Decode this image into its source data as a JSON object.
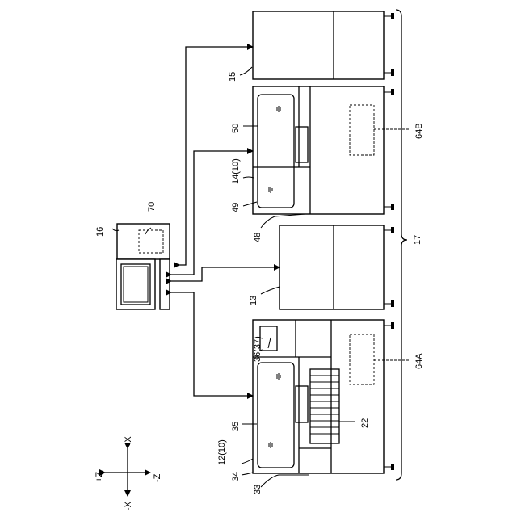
{
  "labels": {
    "unit15": "15",
    "unit14": "14(10)",
    "unit50": "50",
    "unit49": "49",
    "unit48": "48",
    "region64B": "64B",
    "unit16": "16",
    "unit70": "70",
    "system17": "17",
    "unit13": "13",
    "unit36": "36(37)",
    "region64A": "64A",
    "unit35": "35",
    "unit12": "12(10)",
    "unit34": "34",
    "unit33": "33",
    "unit22": "22"
  },
  "axes": {
    "plus_x": "+X",
    "minus_x": "-X",
    "plus_z": "+Z",
    "minus_z": "-Z"
  }
}
